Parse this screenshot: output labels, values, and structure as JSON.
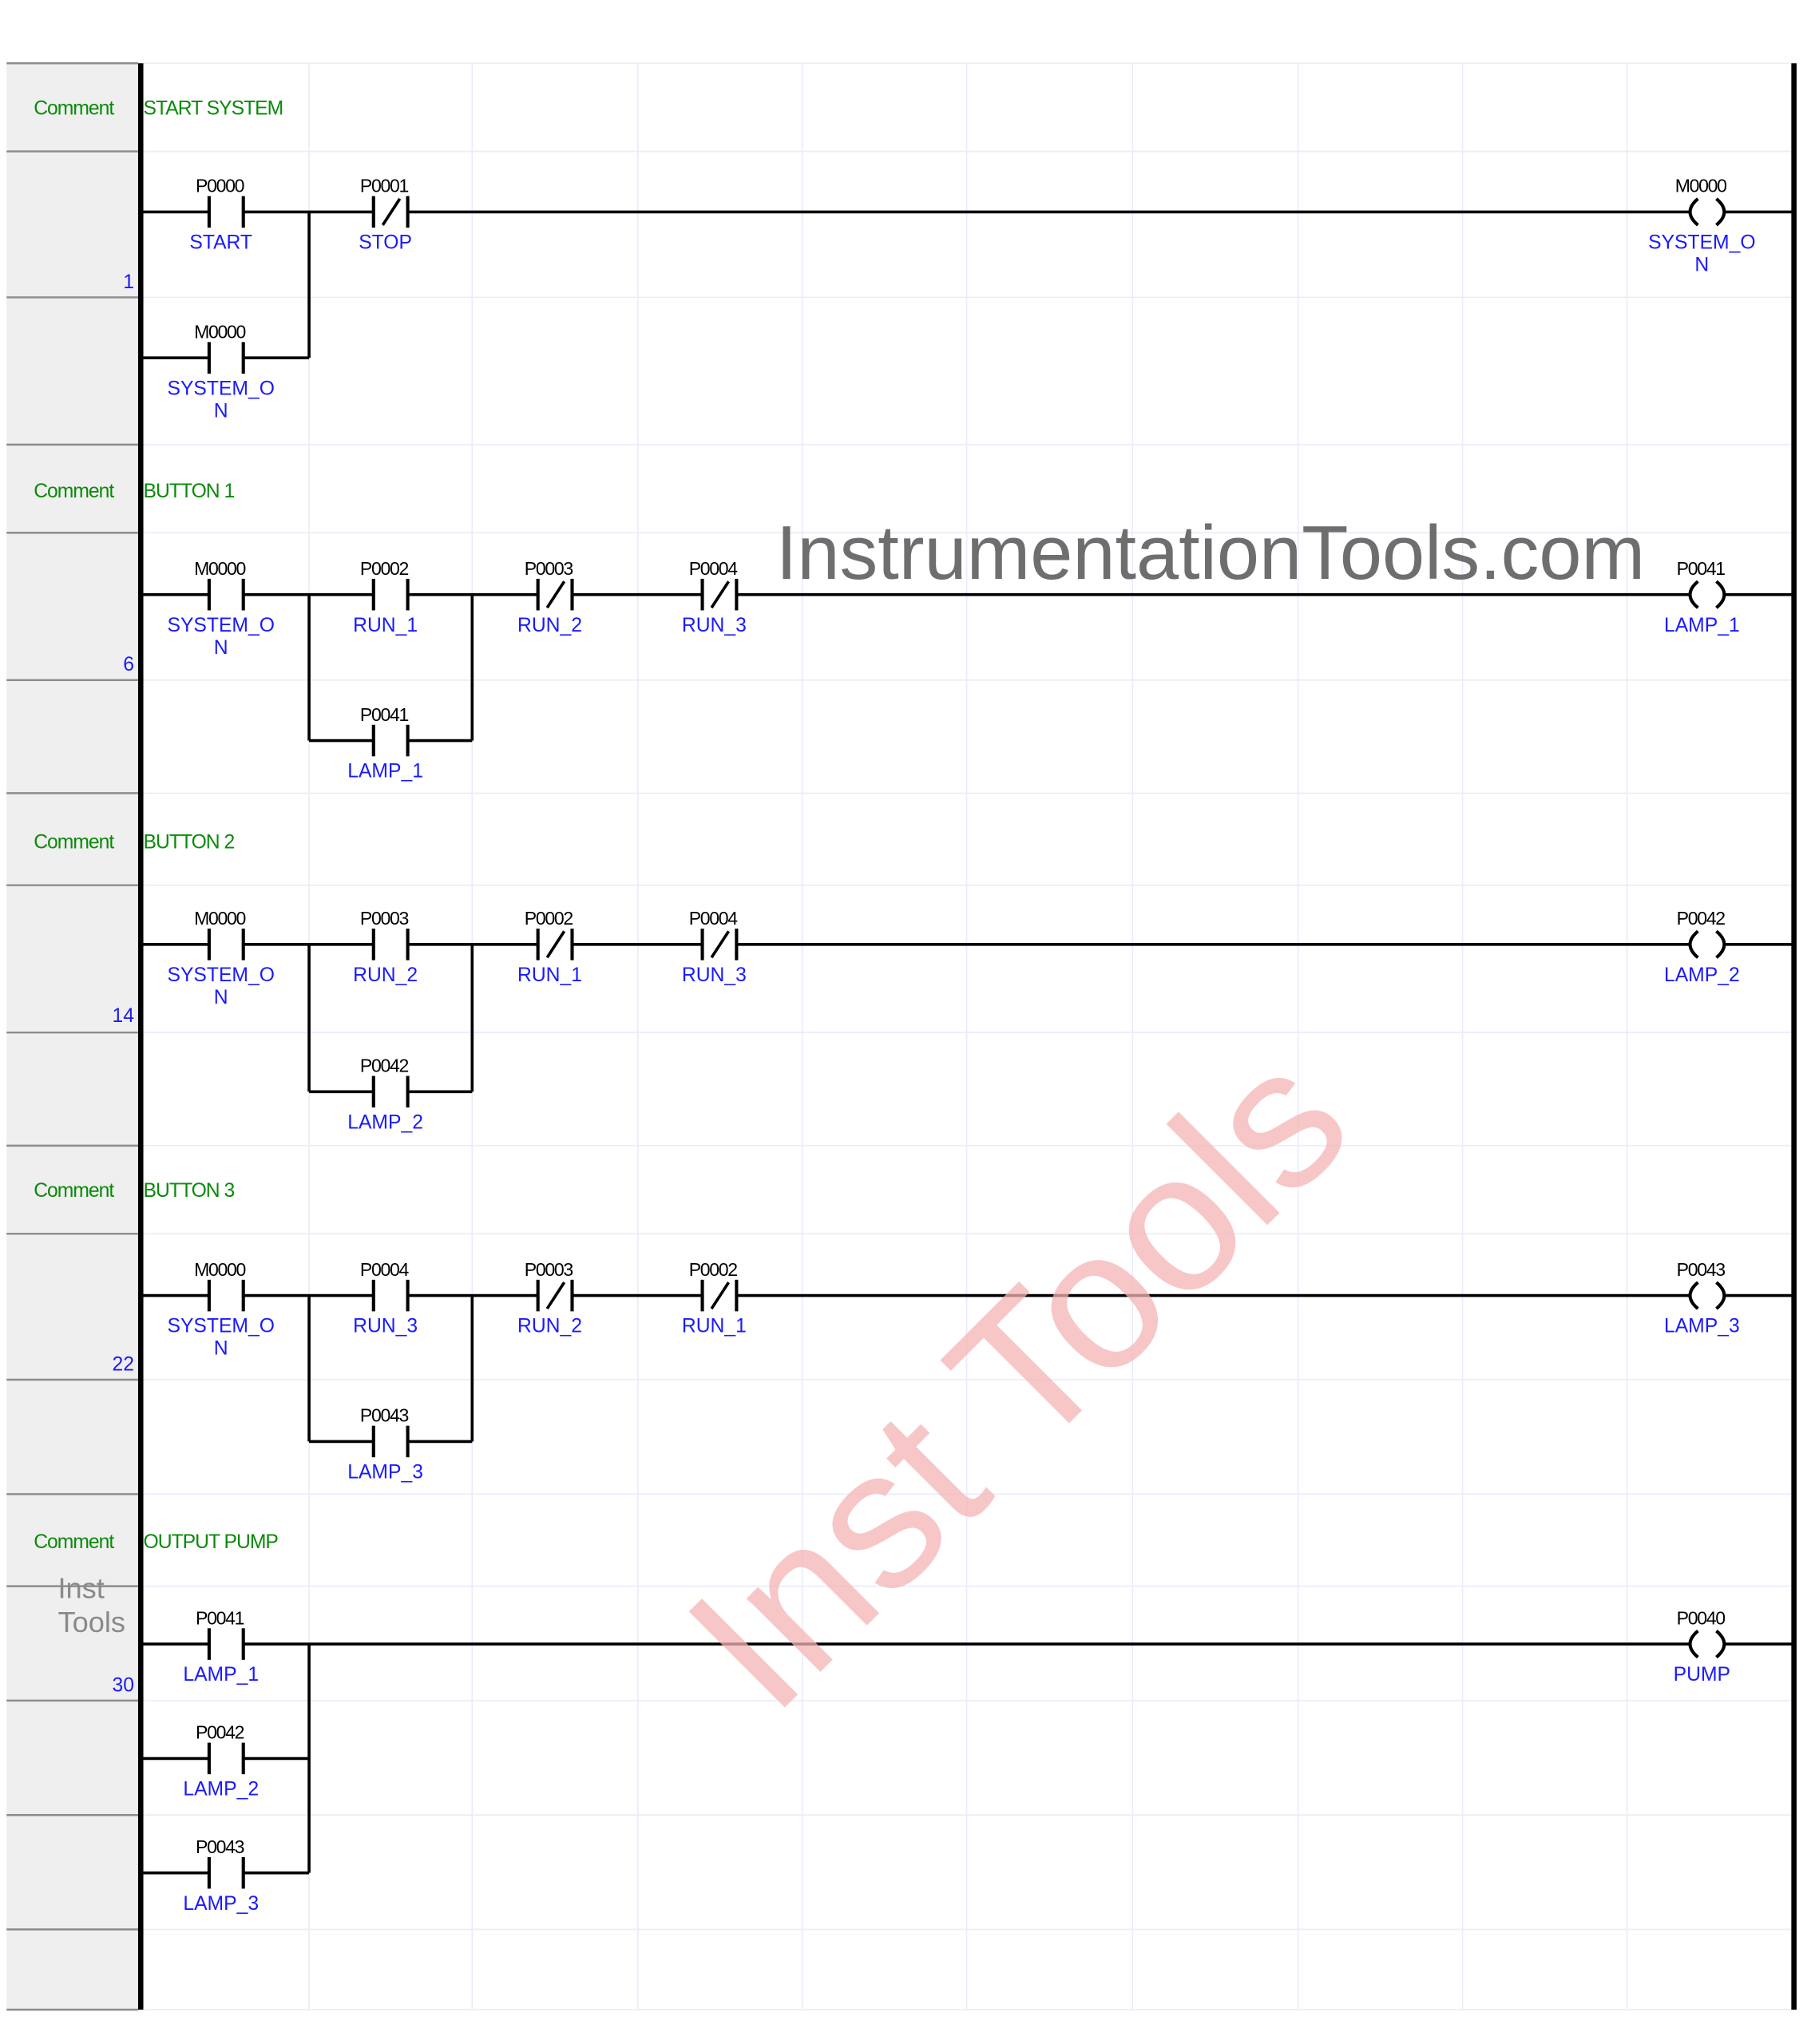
{
  "comment_label": "Comment",
  "watermarks": {
    "site": "InstrumentationTools.com",
    "diagonal": "Inst Tools",
    "side_line1": "Inst",
    "side_line2": "Tools"
  },
  "colors": {
    "comment": "#0a8a0a",
    "name": "#1a1aff",
    "wire": "#000000",
    "grid": "#e8e8f8",
    "gutter": "#efefef"
  },
  "rungs": [
    {
      "step": "1",
      "comment": "START SYSTEM",
      "contacts": [
        {
          "type": "NO",
          "addr": "P0000",
          "name": "START"
        },
        {
          "type": "NC",
          "addr": "P0001",
          "name": "STOP"
        },
        {
          "type": "NO",
          "addr": "M0000",
          "name": "SYSTEM_ON"
        }
      ],
      "coil": {
        "addr": "M0000",
        "name": "SYSTEM_ON"
      }
    },
    {
      "step": "6",
      "comment": "BUTTON 1",
      "contacts": [
        {
          "type": "NO",
          "addr": "M0000",
          "name": "SYSTEM_ON"
        },
        {
          "type": "NO",
          "addr": "P0002",
          "name": "RUN_1"
        },
        {
          "type": "NC",
          "addr": "P0003",
          "name": "RUN_2"
        },
        {
          "type": "NC",
          "addr": "P0004",
          "name": "RUN_3"
        },
        {
          "type": "NO",
          "addr": "P0041",
          "name": "LAMP_1"
        }
      ],
      "coil": {
        "addr": "P0041",
        "name": "LAMP_1"
      }
    },
    {
      "step": "14",
      "comment": "BUTTON 2",
      "contacts": [
        {
          "type": "NO",
          "addr": "M0000",
          "name": "SYSTEM_ON"
        },
        {
          "type": "NO",
          "addr": "P0003",
          "name": "RUN_2"
        },
        {
          "type": "NC",
          "addr": "P0002",
          "name": "RUN_1"
        },
        {
          "type": "NC",
          "addr": "P0004",
          "name": "RUN_3"
        },
        {
          "type": "NO",
          "addr": "P0042",
          "name": "LAMP_2"
        }
      ],
      "coil": {
        "addr": "P0042",
        "name": "LAMP_2"
      }
    },
    {
      "step": "22",
      "comment": "BUTTON 3",
      "contacts": [
        {
          "type": "NO",
          "addr": "M0000",
          "name": "SYSTEM_ON"
        },
        {
          "type": "NO",
          "addr": "P0004",
          "name": "RUN_3"
        },
        {
          "type": "NC",
          "addr": "P0003",
          "name": "RUN_2"
        },
        {
          "type": "NC",
          "addr": "P0002",
          "name": "RUN_1"
        },
        {
          "type": "NO",
          "addr": "P0043",
          "name": "LAMP_3"
        }
      ],
      "coil": {
        "addr": "P0043",
        "name": "LAMP_3"
      }
    },
    {
      "step": "30",
      "comment": "OUTPUT PUMP",
      "contacts": [
        {
          "type": "NO",
          "addr": "P0041",
          "name": "LAMP_1"
        },
        {
          "type": "NO",
          "addr": "P0042",
          "name": "LAMP_2"
        },
        {
          "type": "NO",
          "addr": "P0043",
          "name": "LAMP_3"
        }
      ],
      "coil": {
        "addr": "P0040",
        "name": "PUMP"
      }
    }
  ]
}
